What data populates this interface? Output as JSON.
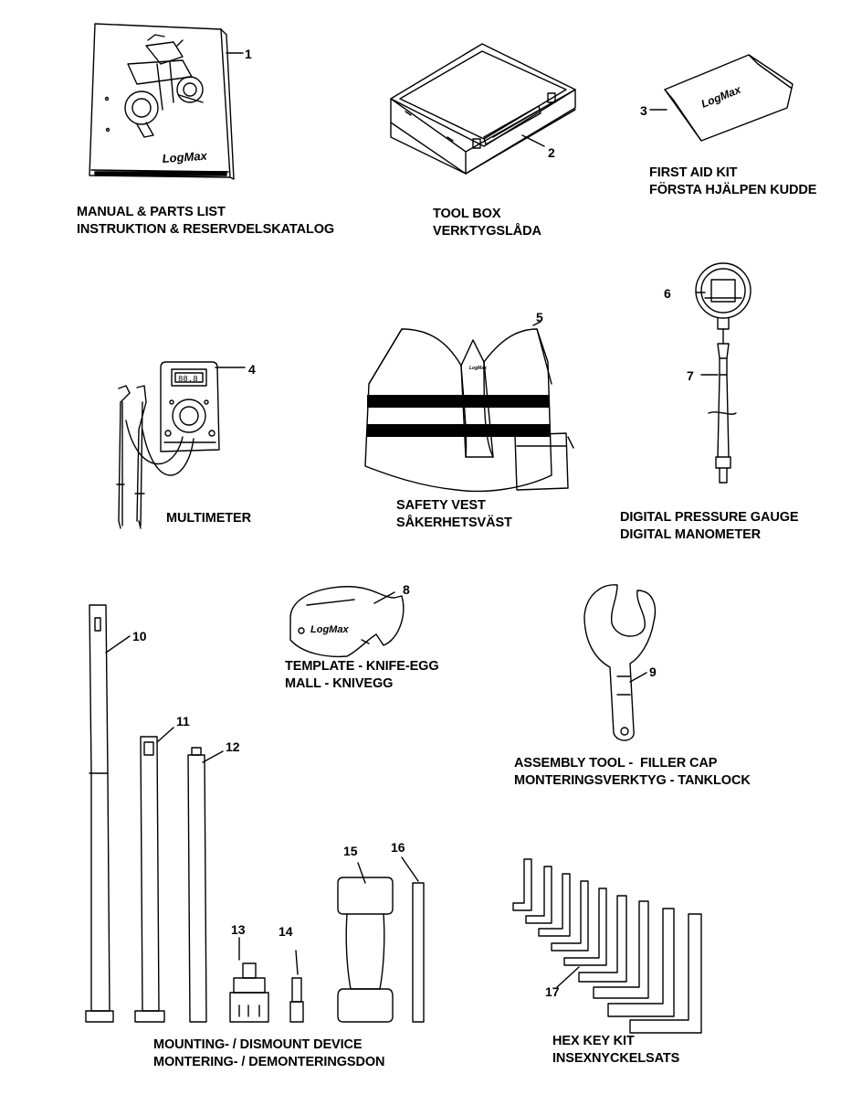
{
  "items": [
    {
      "num": "1",
      "caption": [
        "MANUAL & PARTS LIST",
        "INSTRUKTION & RESERVDELSKATALOG"
      ]
    },
    {
      "num": "2",
      "caption": [
        "TOOL BOX",
        "VERKTYGSLÅDA"
      ]
    },
    {
      "num": "3",
      "caption": [
        "FIRST AID KIT",
        "FÖRSTA HJÄLPEN KUDDE"
      ]
    },
    {
      "num": "4",
      "caption": [
        "MULTIMETER"
      ]
    },
    {
      "num": "5",
      "caption": [
        "SAFETY VEST",
        "SÅKERHETSVÄST"
      ]
    },
    {
      "num": "6",
      "caption": [
        "DIGITAL PRESSURE GAUGE",
        "DIGITAL MANOMETER"
      ]
    },
    {
      "num": "7",
      "caption": []
    },
    {
      "num": "8",
      "caption": [
        "TEMPLATE - KNIFE-EGG",
        "MALL - KNIVEGG"
      ]
    },
    {
      "num": "9",
      "caption": [
        "ASSEMBLY TOOL -  FILLER CAP",
        "MONTERINGSVERKTYG - TANKLOCK"
      ]
    },
    {
      "num": "10",
      "caption": []
    },
    {
      "num": "11",
      "caption": []
    },
    {
      "num": "12",
      "caption": []
    },
    {
      "num": "13",
      "caption": []
    },
    {
      "num": "14",
      "caption": []
    },
    {
      "num": "15",
      "caption": []
    },
    {
      "num": "16",
      "caption": []
    },
    {
      "num": "17",
      "caption": [
        "HEX KEY KIT",
        "INSEXNYCKELSATS"
      ]
    }
  ],
  "group_caption": [
    "MOUNTING- / DISMOUNT DEVICE",
    "MONTERING- / DEMONTERINGSDON"
  ],
  "logo_text": "LogMax",
  "multimeter_display": "88.8"
}
